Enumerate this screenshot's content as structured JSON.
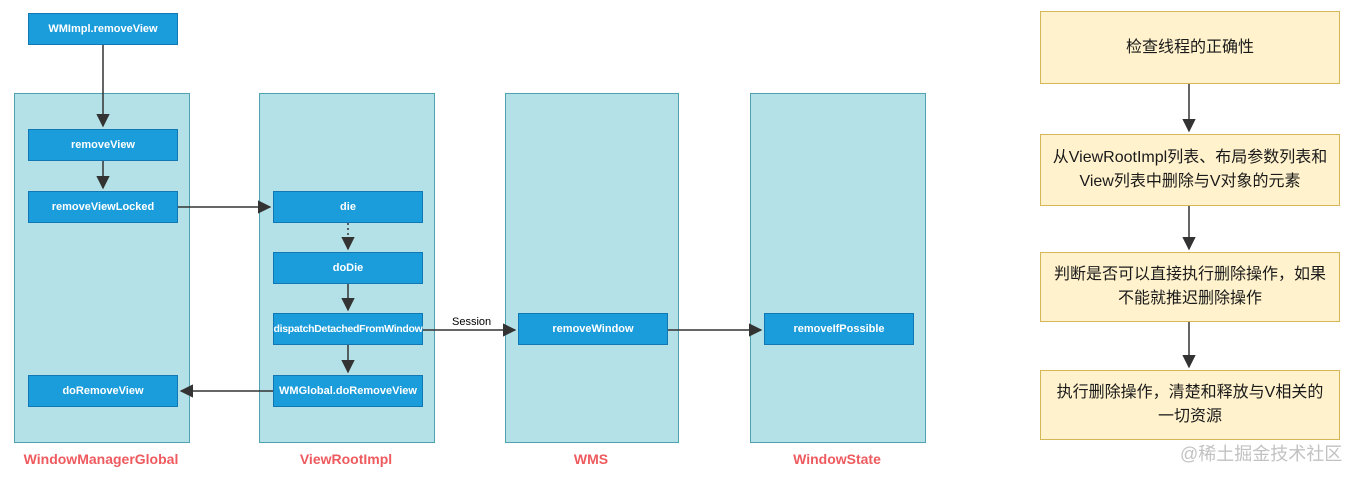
{
  "diagram": {
    "entry": {
      "label": "WMImpl.removeView"
    },
    "lanes": [
      {
        "label": "WindowManagerGlobal",
        "boxes": [
          {
            "label": "removeView"
          },
          {
            "label": "removeViewLocked"
          },
          {
            "label": "doRemoveView"
          }
        ]
      },
      {
        "label": "ViewRootImpl",
        "boxes": [
          {
            "label": "die"
          },
          {
            "label": "doDie"
          },
          {
            "label": "dispatchDetachedFromWindow"
          },
          {
            "label": "WMGlobal.doRemoveView"
          }
        ]
      },
      {
        "label": "WMS",
        "boxes": [
          {
            "label": "removeWindow"
          }
        ]
      },
      {
        "label": "WindowState",
        "boxes": [
          {
            "label": "removeIfPossible"
          }
        ]
      }
    ],
    "connector_labels": {
      "session": "Session"
    },
    "notes": [
      {
        "text": "检查线程的正确性"
      },
      {
        "text": "从ViewRootImpl列表、布局参数列表和View列表中删除与V对象的元素"
      },
      {
        "text": "判断是否可以直接执行删除操作，如果不能就推迟删除操作"
      },
      {
        "text": "执行删除操作，清楚和释放与V相关的一切资源"
      }
    ],
    "watermark": "@稀土掘金技术社区",
    "colors": {
      "node_fill": "#1B9DDB",
      "node_border": "#1178B4",
      "lane_fill": "#B3E1E7",
      "lane_border": "#4FA3B0",
      "note_fill": "#FFF2CC",
      "note_border": "#D6B656",
      "lane_label": "#EE5A5E",
      "arrow": "#333333",
      "watermark": "#C2C2C2"
    }
  }
}
